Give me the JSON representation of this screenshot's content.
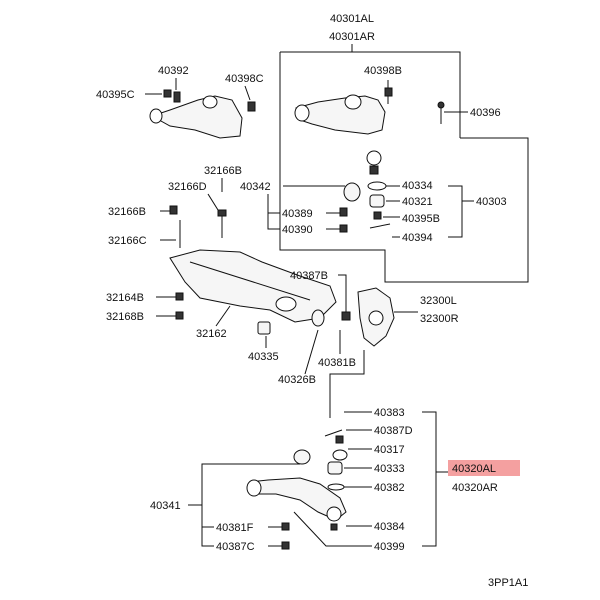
{
  "labels": {
    "p40301al": "40301AL",
    "p40301ar": "40301AR",
    "p40392": "40392",
    "p40398c": "40398C",
    "p40395c": "40395C",
    "p40398b": "40398B",
    "p40396": "40396",
    "p40334": "40334",
    "p40321": "40321",
    "p40395b": "40395B",
    "p40394": "40394",
    "p40303": "40303",
    "p32166b_top": "32166B",
    "p32166d": "32166D",
    "p40342": "40342",
    "p40389": "40389",
    "p40390": "40390",
    "p32166b_left": "32166B",
    "p32166c": "32166C",
    "p40387b": "40387B",
    "p32164b": "32164B",
    "p32168b": "32168B",
    "p32162": "32162",
    "p32300l": "32300L",
    "p32300r": "32300R",
    "p40335": "40335",
    "p40381b": "40381B",
    "p40326b": "40326B",
    "p40383": "40383",
    "p40387d": "40387D",
    "p40317": "40317",
    "p40333": "40333",
    "p40382": "40382",
    "p40384": "40384",
    "p40399": "40399",
    "p40320al": "40320AL",
    "p40320ar": "40320AR",
    "p40341": "40341",
    "p40381f": "40381F",
    "p40387c": "40387C",
    "code": "3PP1A1"
  },
  "colors": {
    "highlight": "#f4a0a0",
    "line": "#111111",
    "background": "#ffffff"
  }
}
